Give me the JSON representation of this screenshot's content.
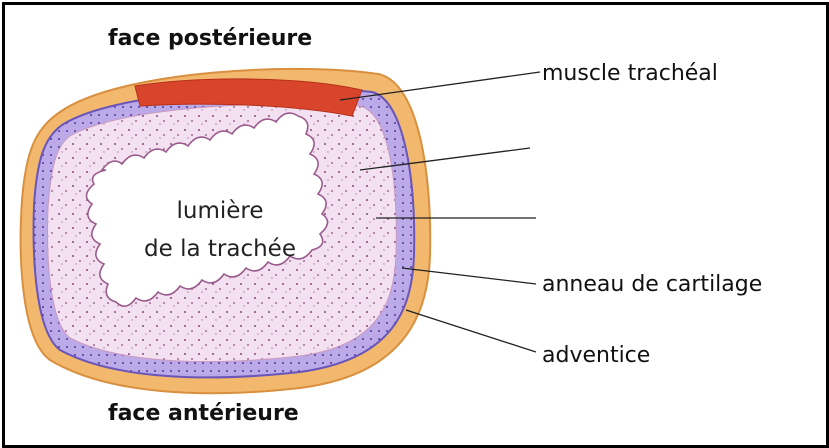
{
  "diagram": {
    "title_top": "face postérieure",
    "title_bottom": "face antérieure",
    "lumen_line1": "lumière",
    "lumen_line2": "de la trachée",
    "labels": {
      "muscle": "muscle trachéal",
      "cartilage": "anneau de cartilage",
      "adventice": "adventice"
    },
    "colors": {
      "adventice": "#f2b86e",
      "adventice_edge": "#d98f3e",
      "cartilage": "#b9a6e6",
      "cartilage_edge": "#6a55b8",
      "mucosa": "#f2dff0",
      "muscle": "#d8452b",
      "lumen": "#ffffff"
    }
  }
}
